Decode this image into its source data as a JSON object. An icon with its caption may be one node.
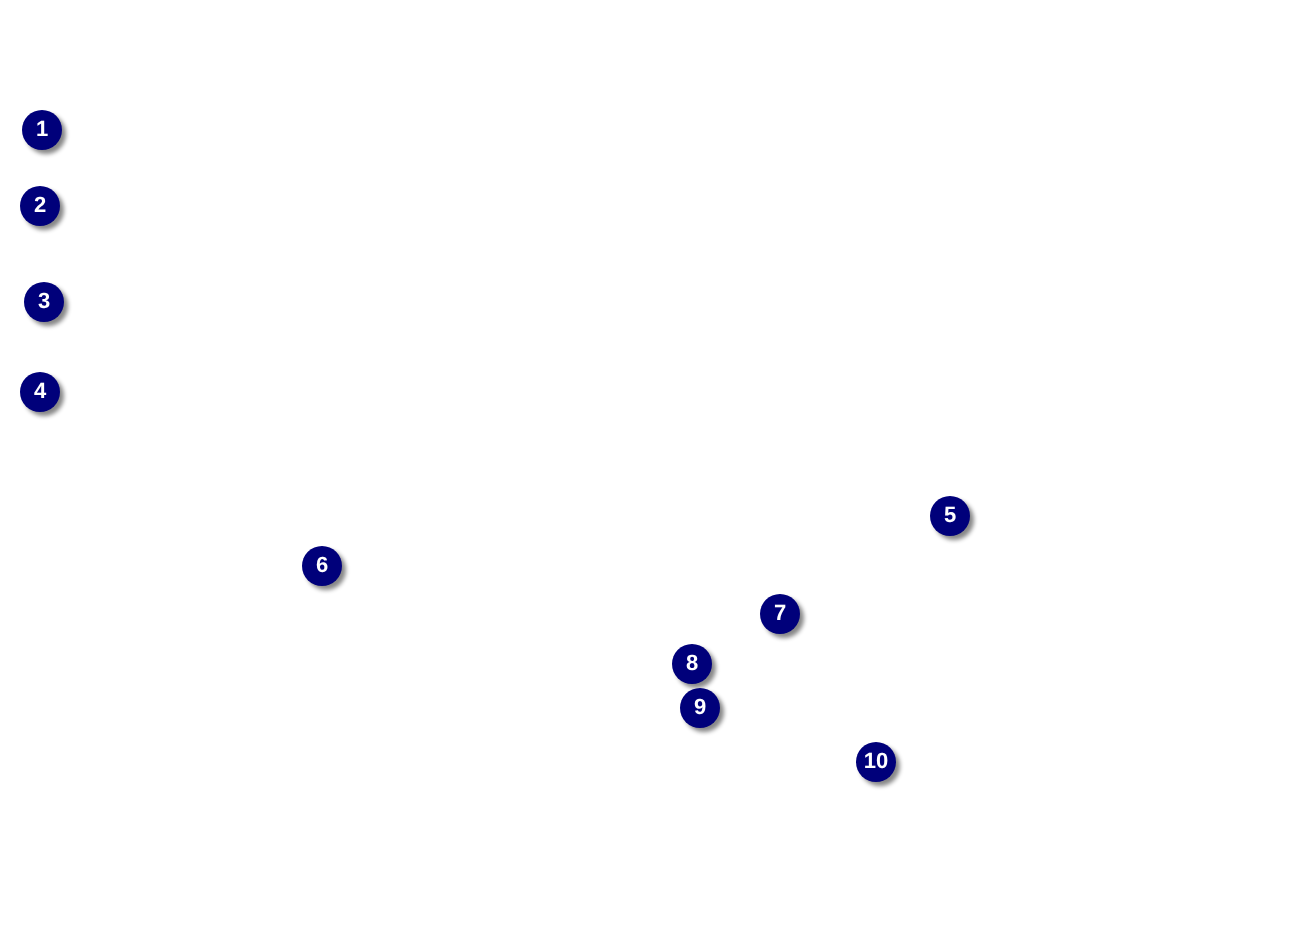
{
  "diagram": {
    "nodes": [
      {
        "text": [
          "1"
        ]
      },
      {
        "text": [
          "2"
        ]
      },
      {
        "text": [
          "3"
        ]
      },
      {
        "text": [
          "4"
        ]
      },
      {
        "text": [
          "5"
        ]
      },
      {
        "text": [
          "6"
        ]
      },
      {
        "text": [
          "7"
        ]
      },
      {
        "text": [
          "8"
        ]
      },
      {
        "text": [
          "9"
        ]
      },
      {
        "text": [
          "10"
        ]
      }
    ],
    "edges": []
  }
}
